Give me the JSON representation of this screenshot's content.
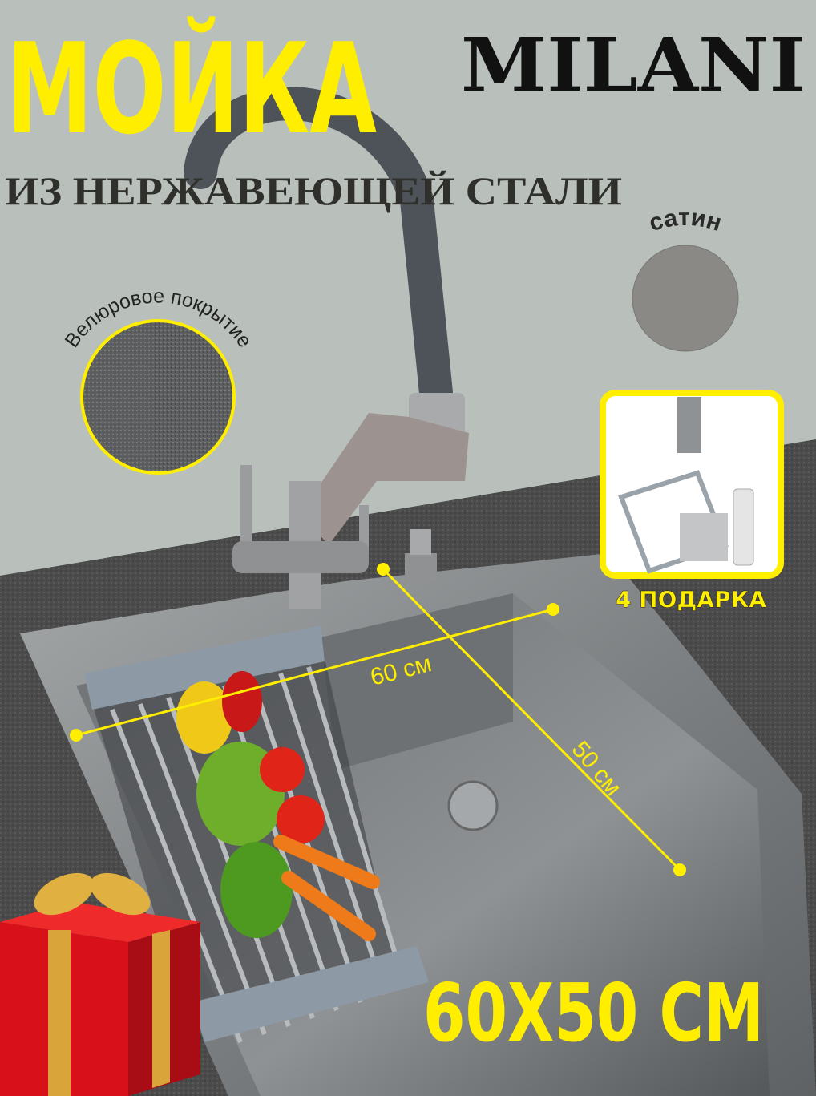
{
  "headline": "МОЙКА",
  "subheadline": "ИЗ НЕРЖАВЕЮЩЕЙ СТАЛИ",
  "brand_logo": "MILANI",
  "finishes": {
    "velour_label": "Велюровое покрытие",
    "satin_label": "сатин"
  },
  "gifts": {
    "label": "4 ПОДАРКА"
  },
  "dimensions": {
    "width_label": "60 см",
    "depth_label": "50 см",
    "size_headline": "60X50 СМ"
  },
  "colors": {
    "accent_yellow": "#ffee00",
    "wall": "#b9c0bb",
    "countertop": "#4a4a4a",
    "steel": "#8e9193",
    "satin_swatch": "#8a8985",
    "gift_red": "#d8101a",
    "gift_ribbon": "#d9a53a",
    "dark_text": "#2f302c"
  }
}
